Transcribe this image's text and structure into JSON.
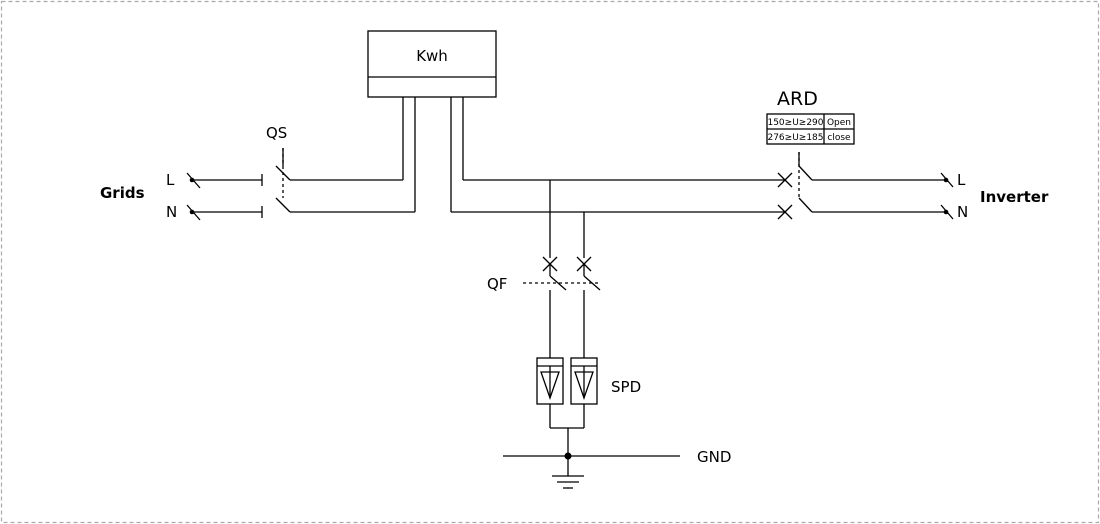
{
  "labels": {
    "grids": "Grids",
    "inverter": "Inverter",
    "kwh": "Kwh",
    "qs": "QS",
    "ard": "ARD",
    "qf": "QF",
    "spd": "SPD",
    "gnd": "GND",
    "left_line": "L",
    "left_neutral": "N",
    "right_line": "L",
    "right_neutral": "N"
  },
  "ard_table": {
    "row1_range": "150≥U≥290",
    "row1_state": "Open",
    "row2_range": "276≥U≥185",
    "row2_state": "close"
  },
  "colors": {
    "line": "#000000",
    "frame": "#aaaaaa",
    "background": "#ffffff"
  }
}
